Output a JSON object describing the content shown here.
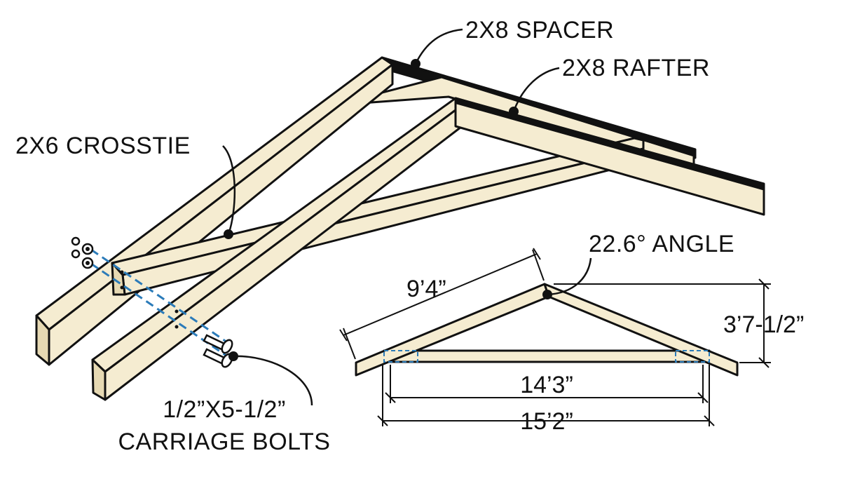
{
  "labels": {
    "spacer": "2X8 SPACER",
    "rafter": "2X8 RAFTER",
    "crosstie": "2X6 CROSSTIE",
    "bolts_line1": "1/2”X5-1/2”",
    "bolts_line2": "CARRIAGE BOLTS",
    "angle": "22.6° ANGLE"
  },
  "dimensions": {
    "rafter_length": "9’4”",
    "rise": "3’7-1/2”",
    "inner_span": "14’3”",
    "outer_span": "15’2”"
  },
  "colors": {
    "wood": "#f5ecd1",
    "wood_side": "#e6d9b3",
    "outline": "#111111",
    "bolt_path": "#2b7bb9"
  }
}
